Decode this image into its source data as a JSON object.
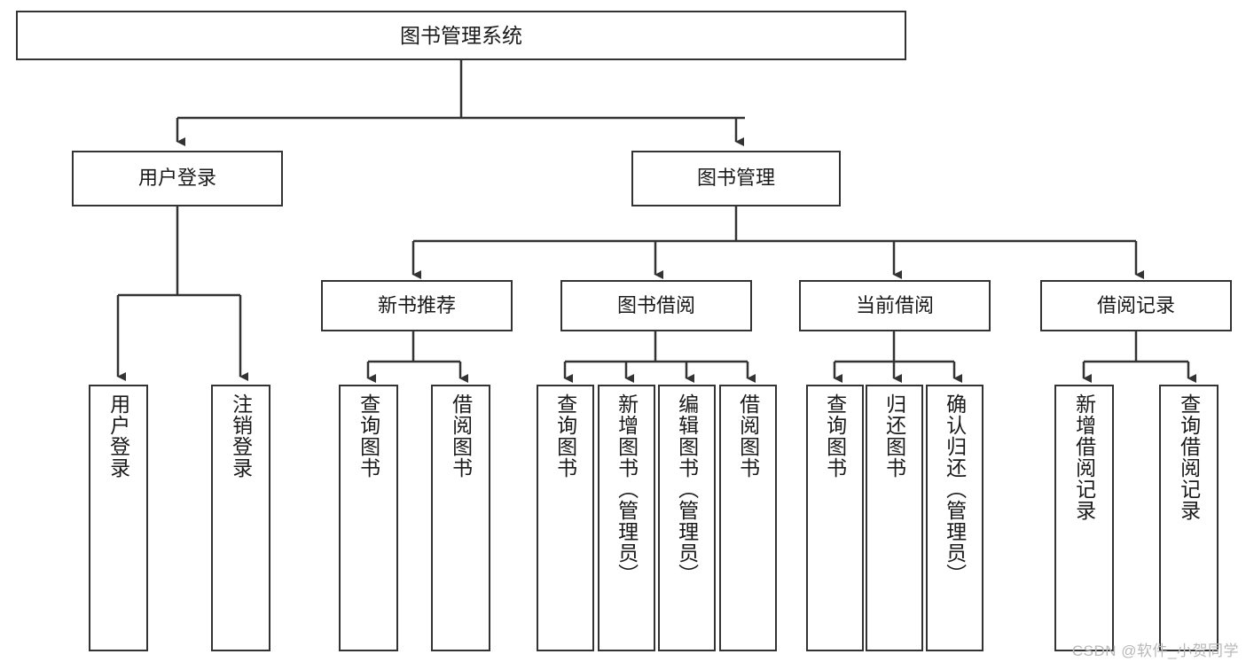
{
  "diagram": {
    "title": "图书管理系统",
    "type": "tree",
    "watermark": "CSDN @软件_小贺同学",
    "colors": {
      "border": "#333333",
      "background": "#ffffff",
      "text": "#1a1a1a",
      "watermark": "#b9b9b9"
    },
    "nodes": {
      "root": {
        "label": "图书管理系统"
      },
      "level1": [
        {
          "label": "用户登录"
        },
        {
          "label": "图书管理"
        }
      ],
      "level2": [
        {
          "label": "新书推荐"
        },
        {
          "label": "图书借阅"
        },
        {
          "label": "当前借阅"
        },
        {
          "label": "借阅记录"
        }
      ],
      "leaves": {
        "user_login": [
          {
            "label": "用户登录"
          },
          {
            "label": "注销登录"
          }
        ],
        "new_book": [
          {
            "label": "查询图书"
          },
          {
            "label": "借阅图书"
          }
        ],
        "book_borrow": [
          {
            "label": "查询图书"
          },
          {
            "label": "新增图书（管理员）"
          },
          {
            "label": "编辑图书（管理员）"
          },
          {
            "label": "借阅图书"
          }
        ],
        "current_borrow": [
          {
            "label": "查询图书"
          },
          {
            "label": "归还图书"
          },
          {
            "label": "确认归还（管理员）"
          }
        ],
        "borrow_record": [
          {
            "label": "新增借阅记录"
          },
          {
            "label": "查询借阅记录"
          }
        ]
      }
    }
  }
}
